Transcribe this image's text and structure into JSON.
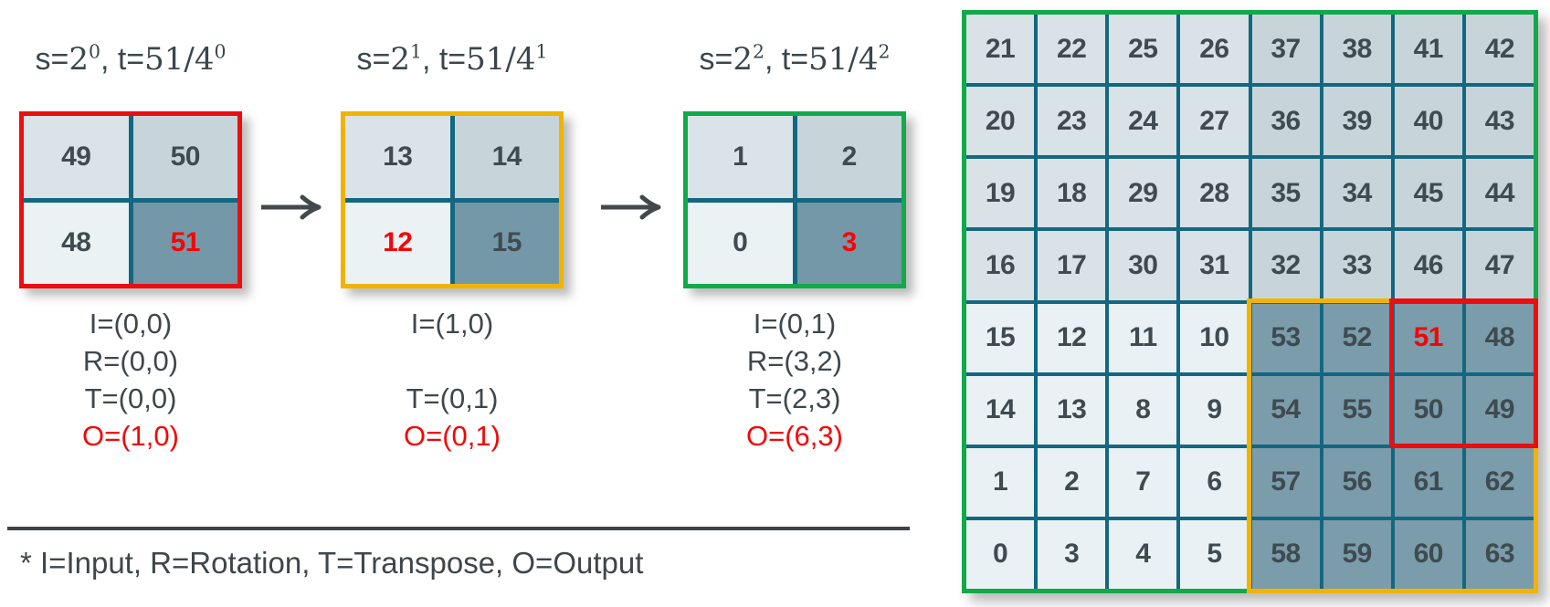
{
  "colors": {
    "red": "#ea0e10",
    "yellow": "#f0b400",
    "green": "#12a94b",
    "teal_line": "#136780",
    "cell_top_left": "#d9e3e8",
    "cell_top_right": "#c7d5db",
    "cell_bottom_left": "#ebf2f4",
    "cell_bottom_right": "#7598a9",
    "text_dark": "#3e474c",
    "text_red": "#f50505"
  },
  "stages": [
    {
      "title": {
        "prefix": "s=",
        "base": "2",
        "exp": "0",
        "mid": ", t=",
        "frac": "51/4",
        "exp2": "0"
      },
      "border": "red",
      "cells": [
        {
          "v": "49",
          "red": false
        },
        {
          "v": "50",
          "red": false
        },
        {
          "v": "48",
          "red": false
        },
        {
          "v": "51",
          "red": true
        }
      ],
      "labels": [
        {
          "t": "I=(0,0)",
          "red": false
        },
        {
          "t": "R=(0,0)",
          "red": false
        },
        {
          "t": "T=(0,0)",
          "red": false
        },
        {
          "t": "O=(1,0)",
          "red": true
        }
      ]
    },
    {
      "title": {
        "prefix": "s=",
        "base": "2",
        "exp": "1",
        "mid": ", t=",
        "frac": "51/4",
        "exp2": "1"
      },
      "border": "yellow",
      "cells": [
        {
          "v": "13",
          "red": false
        },
        {
          "v": "14",
          "red": false
        },
        {
          "v": "12",
          "red": true
        },
        {
          "v": "15",
          "red": false
        }
      ],
      "labels": [
        {
          "t": "I=(1,0)",
          "red": false
        },
        {
          "t": "",
          "red": false
        },
        {
          "t": "T=(0,1)",
          "red": false
        },
        {
          "t": "O=(0,1)",
          "red": true
        }
      ]
    },
    {
      "title": {
        "prefix": "s=",
        "base": "2",
        "exp": "2",
        "mid": ", t=",
        "frac": "51/4",
        "exp2": "2"
      },
      "border": "green",
      "cells": [
        {
          "v": "1",
          "red": false
        },
        {
          "v": "2",
          "red": false
        },
        {
          "v": "0",
          "red": false
        },
        {
          "v": "3",
          "red": true
        }
      ],
      "labels": [
        {
          "t": "I=(0,1)",
          "red": false
        },
        {
          "t": "R=(3,2)",
          "red": false
        },
        {
          "t": "T=(2,3)",
          "red": false
        },
        {
          "t": "O=(6,3)",
          "red": true
        }
      ]
    }
  ],
  "footnote": "* I=Input, R=Rotation, T=Transpose, O=Output",
  "big_grid": {
    "rows": [
      [
        21,
        22,
        25,
        26,
        37,
        38,
        41,
        42
      ],
      [
        20,
        23,
        24,
        27,
        36,
        39,
        40,
        43
      ],
      [
        19,
        18,
        29,
        28,
        35,
        34,
        45,
        44
      ],
      [
        16,
        17,
        30,
        31,
        32,
        33,
        46,
        47
      ],
      [
        15,
        12,
        11,
        10,
        53,
        52,
        51,
        48
      ],
      [
        14,
        13,
        8,
        9,
        54,
        55,
        50,
        49
      ],
      [
        1,
        2,
        7,
        6,
        57,
        56,
        61,
        62
      ],
      [
        0,
        3,
        4,
        5,
        58,
        59,
        60,
        63
      ]
    ],
    "red_value": 51
  }
}
